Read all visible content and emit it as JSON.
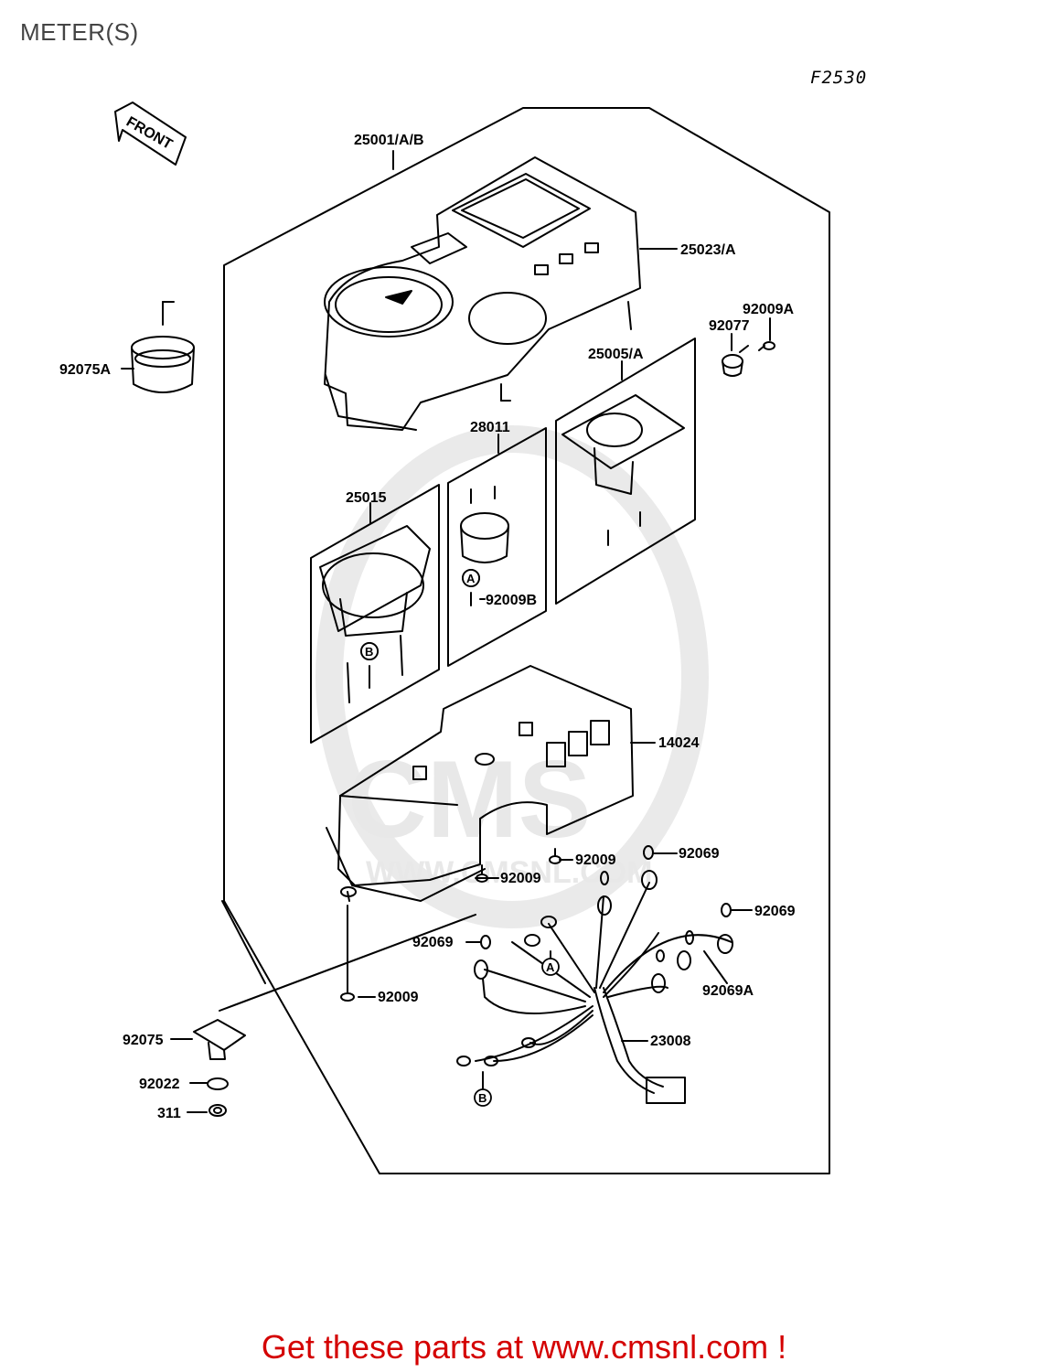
{
  "page": {
    "title": "METER(S)",
    "figure_code": "F2530",
    "promo_text": "Get these parts at www.cmsnl.com !"
  },
  "diagram": {
    "front_arrow_label": "FRONT",
    "watermark": "CMS",
    "watermark_url": "WWW.CMSNL.COM",
    "colors": {
      "line": "#000000",
      "promo": "#d40000",
      "watermark": "#e6e6e6"
    },
    "part_labels": [
      "25001/A/B",
      "25023/A",
      "92009A",
      "92077",
      "92075A",
      "25005/A",
      "28011",
      "25015",
      "92009B",
      "14024",
      "92009",
      "92069",
      "92009",
      "92069",
      "92069",
      "92069A",
      "92009",
      "92075",
      "23008",
      "92022",
      "311"
    ],
    "ref_markers": [
      "A",
      "B",
      "A",
      "B"
    ]
  }
}
